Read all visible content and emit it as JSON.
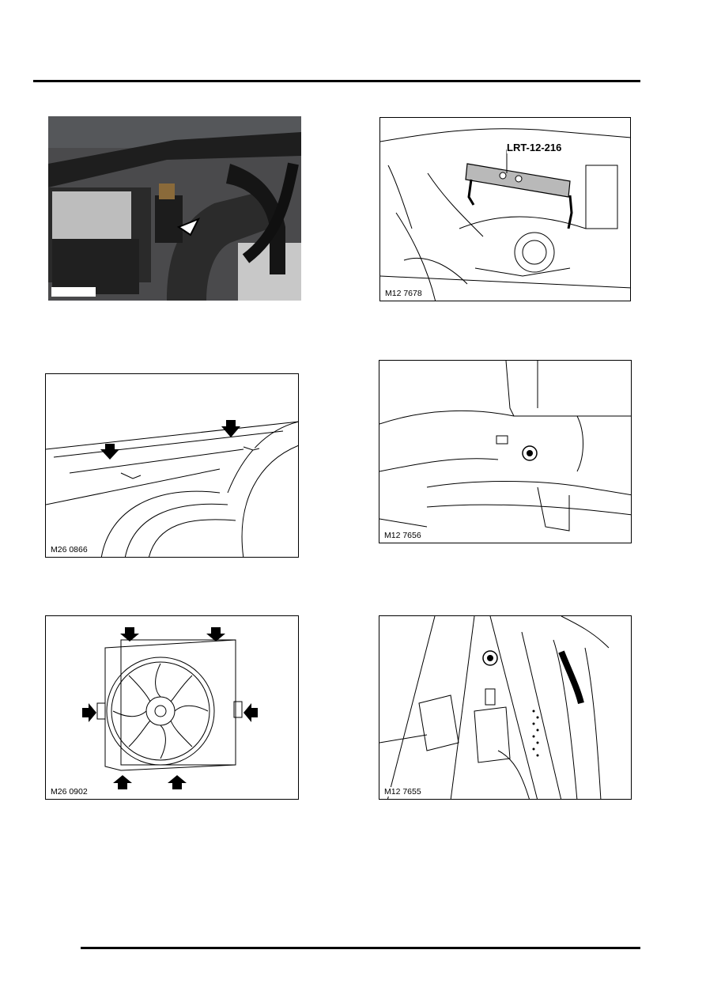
{
  "figures": [
    {
      "id": "photo-1",
      "caption": ""
    },
    {
      "id": "fig-lrt",
      "caption": "M12 7678",
      "tool_label": "LRT-12-216"
    },
    {
      "id": "fig-2",
      "caption": "M26 0866"
    },
    {
      "id": "fig-3",
      "caption": "M12 7656"
    },
    {
      "id": "fig-4",
      "caption": "M26 0902"
    },
    {
      "id": "fig-5",
      "caption": "M12 7655"
    }
  ]
}
